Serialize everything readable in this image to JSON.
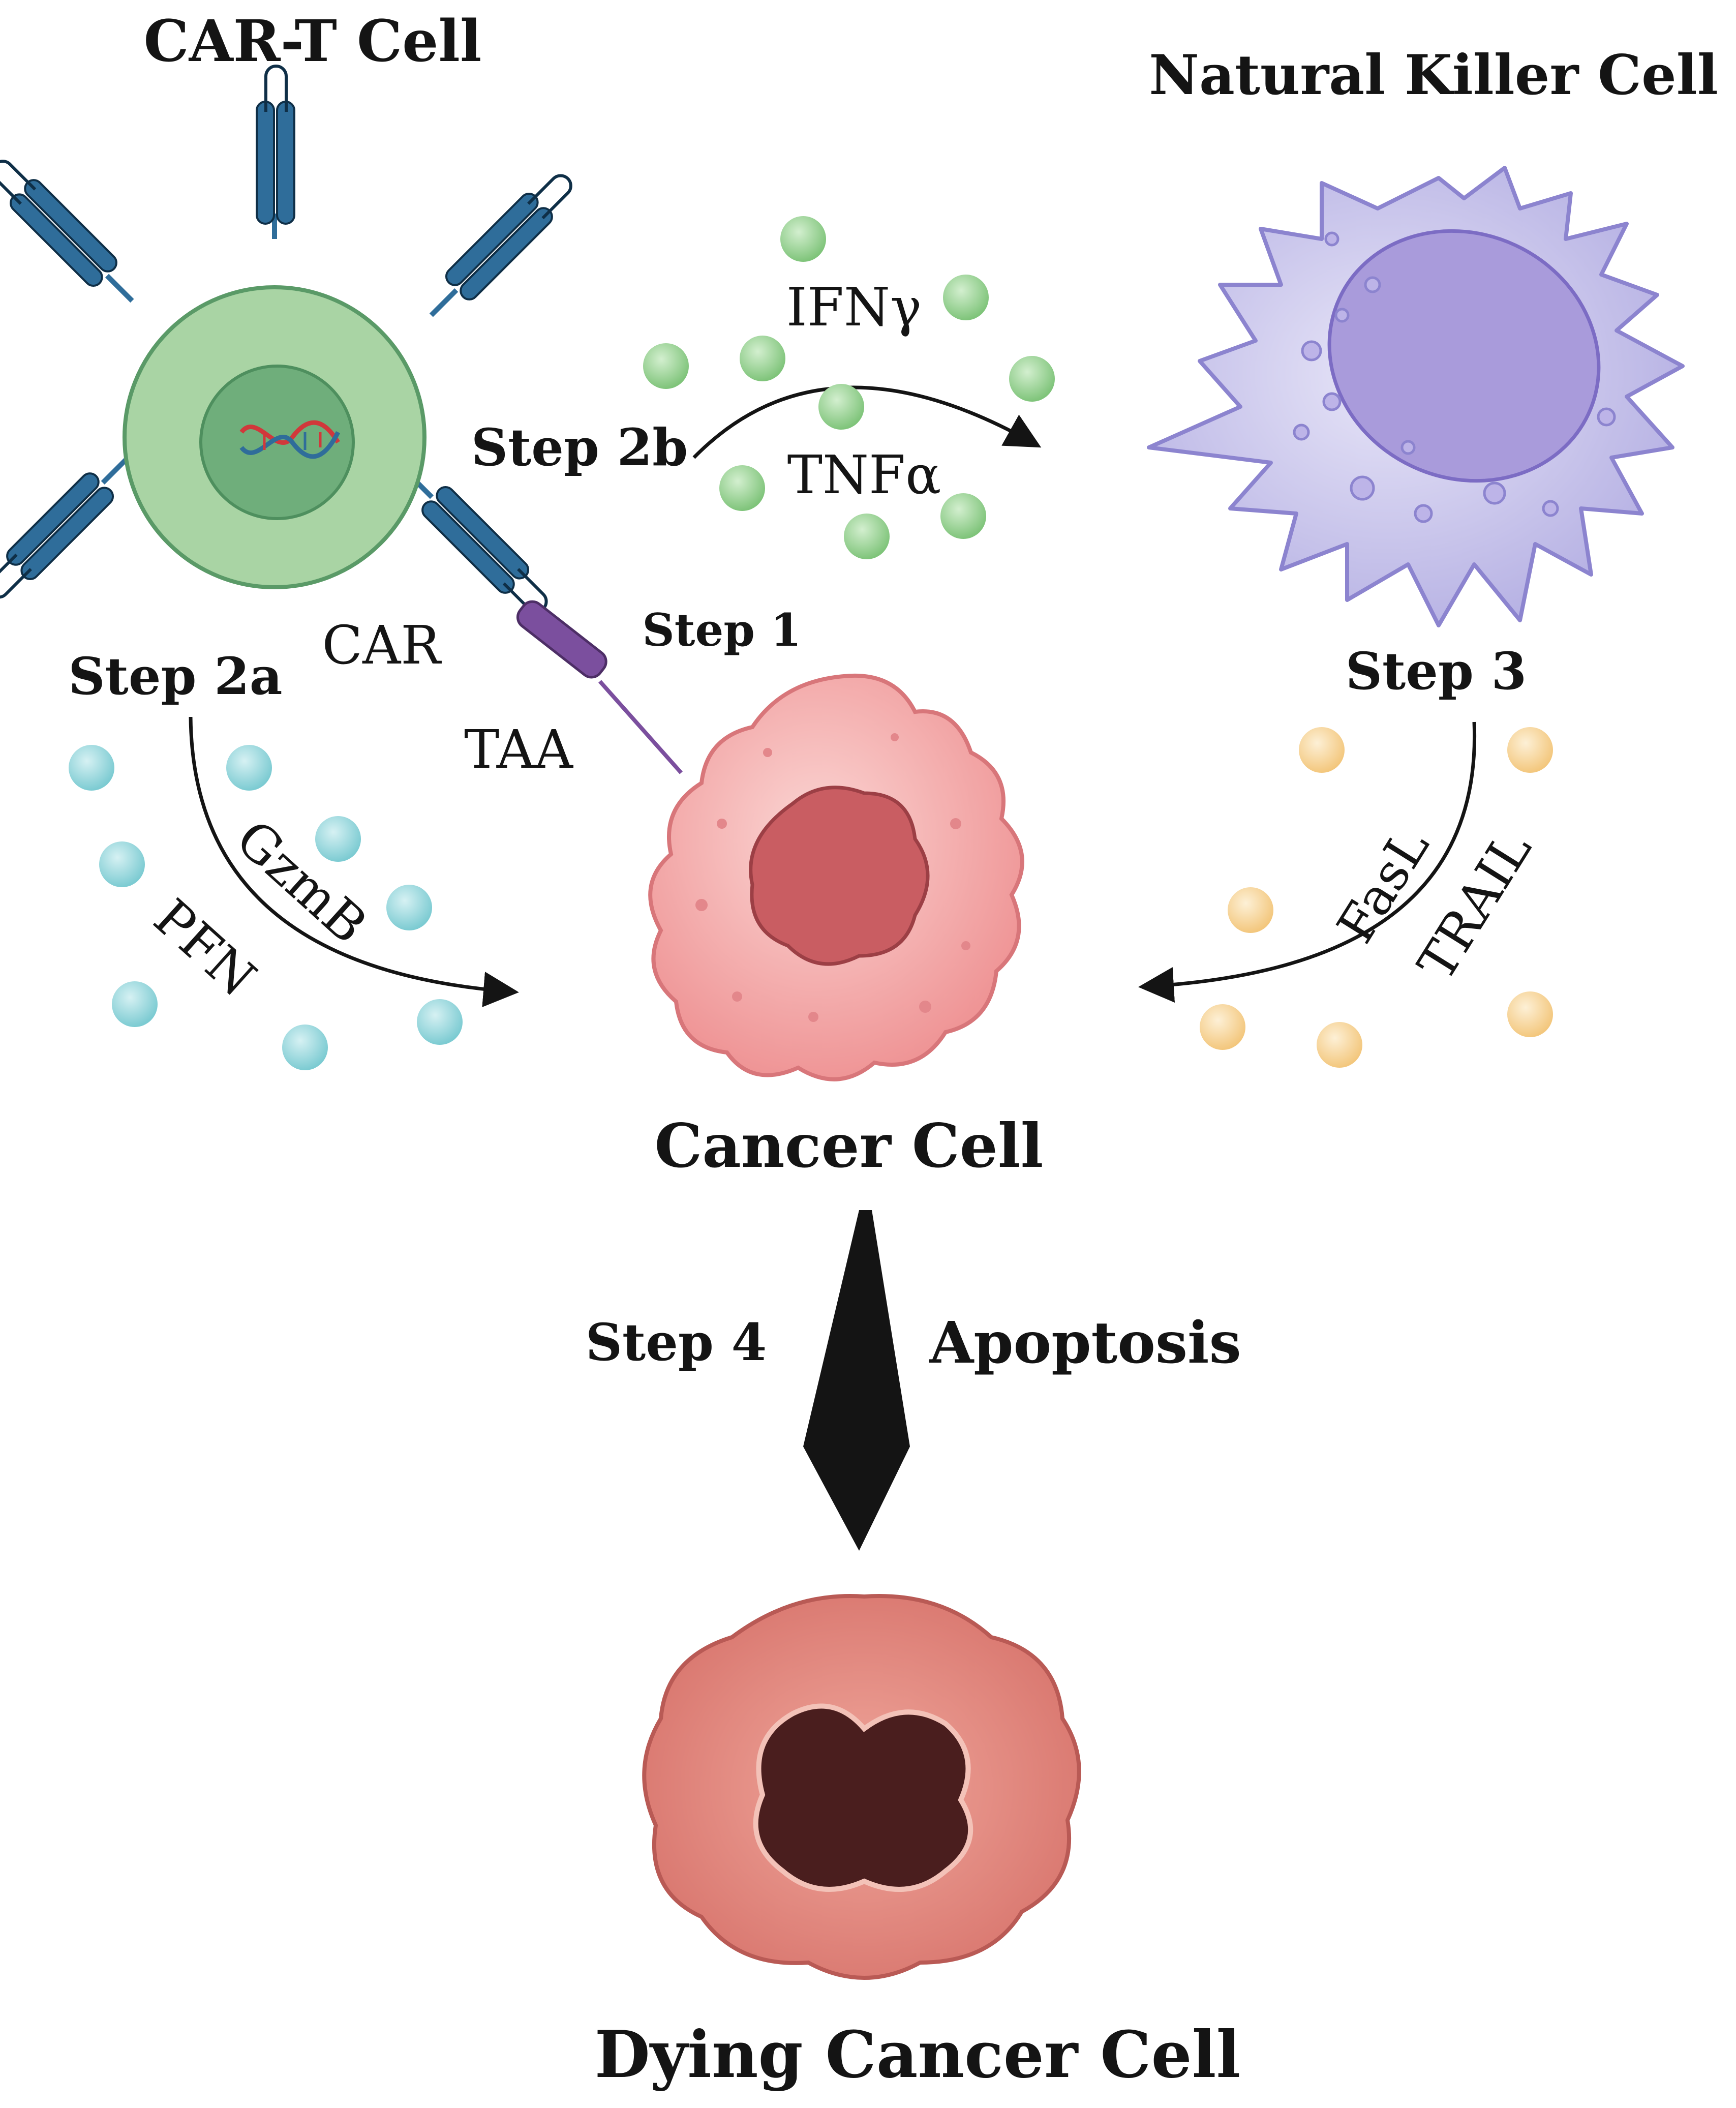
{
  "titles": {
    "car_t_cell": "CAR-T Cell",
    "nk_cell": "Natural Killer Cell",
    "cancer_cell": "Cancer Cell",
    "dying_cancer_cell": "Dying Cancer Cell"
  },
  "steps": {
    "step1": "Step 1",
    "step2a": "Step 2a",
    "step2b": "Step 2b",
    "step3": "Step 3",
    "step4": "Step 4"
  },
  "labels": {
    "car": "CAR",
    "taa": "TAA",
    "ifng": "IFNγ",
    "tnfa": "TNFα",
    "gzmb": "GzmB",
    "pfn": "PFN",
    "fasl": "FasL",
    "trail": "TRAIL",
    "apoptosis": "Apoptosis"
  },
  "colors": {
    "car_t_membrane": "#a9d4a4",
    "car_t_nucleus": "#6fae7b",
    "receptor_blue": "#2f6d9a",
    "taa_purple": "#7b4f9e",
    "cytokine_green": "#8fd08a",
    "granzyme_teal": "#8fd3d8",
    "death_ligand_yellow": "#f7d28f",
    "nk_cell": "#c9c6ec",
    "nk_nucleus": "#a99bdb",
    "cancer_cell": "#f4a8a8",
    "cancer_nucleus": "#c95d62",
    "dying_cell": "#e8928a",
    "dying_core": "#4a1e1e"
  }
}
